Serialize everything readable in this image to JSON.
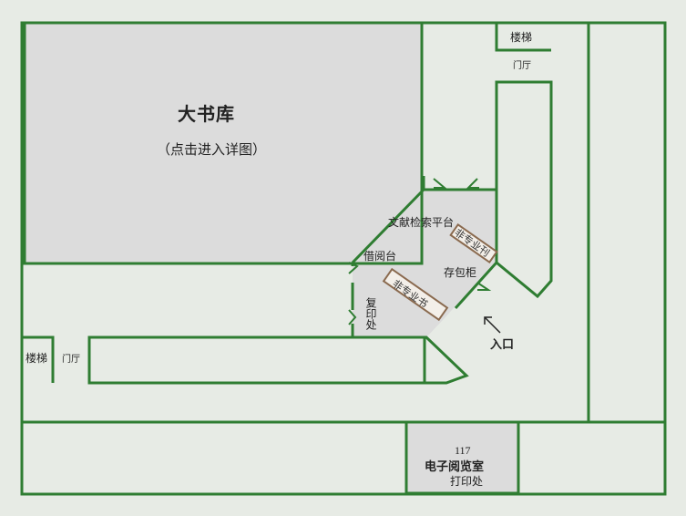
{
  "map": {
    "big_stack": {
      "title": "大书库",
      "subtitle": "（点击进入详图）"
    },
    "stairs_top": "楼梯",
    "hall_top": "门厅",
    "stairs_left": "楼梯",
    "hall_left": "门厅",
    "search_platform": "文献检索平台",
    "desk_borrow": "借阅台",
    "copy_service": "复印处",
    "locker": "存包柜",
    "shelf_nonmajor_books": "非专业书",
    "shelf_nonmajor_periodicals": "非专业刊",
    "entrance": "入口",
    "room_number": "117",
    "room_name": "电子阅览室",
    "print_service": "打印处"
  },
  "colors": {
    "wall": "#2f7d32",
    "fill_gray": "#dcdcdc",
    "background": "#e7ebe5",
    "shelf_border": "#8a6a4f"
  }
}
